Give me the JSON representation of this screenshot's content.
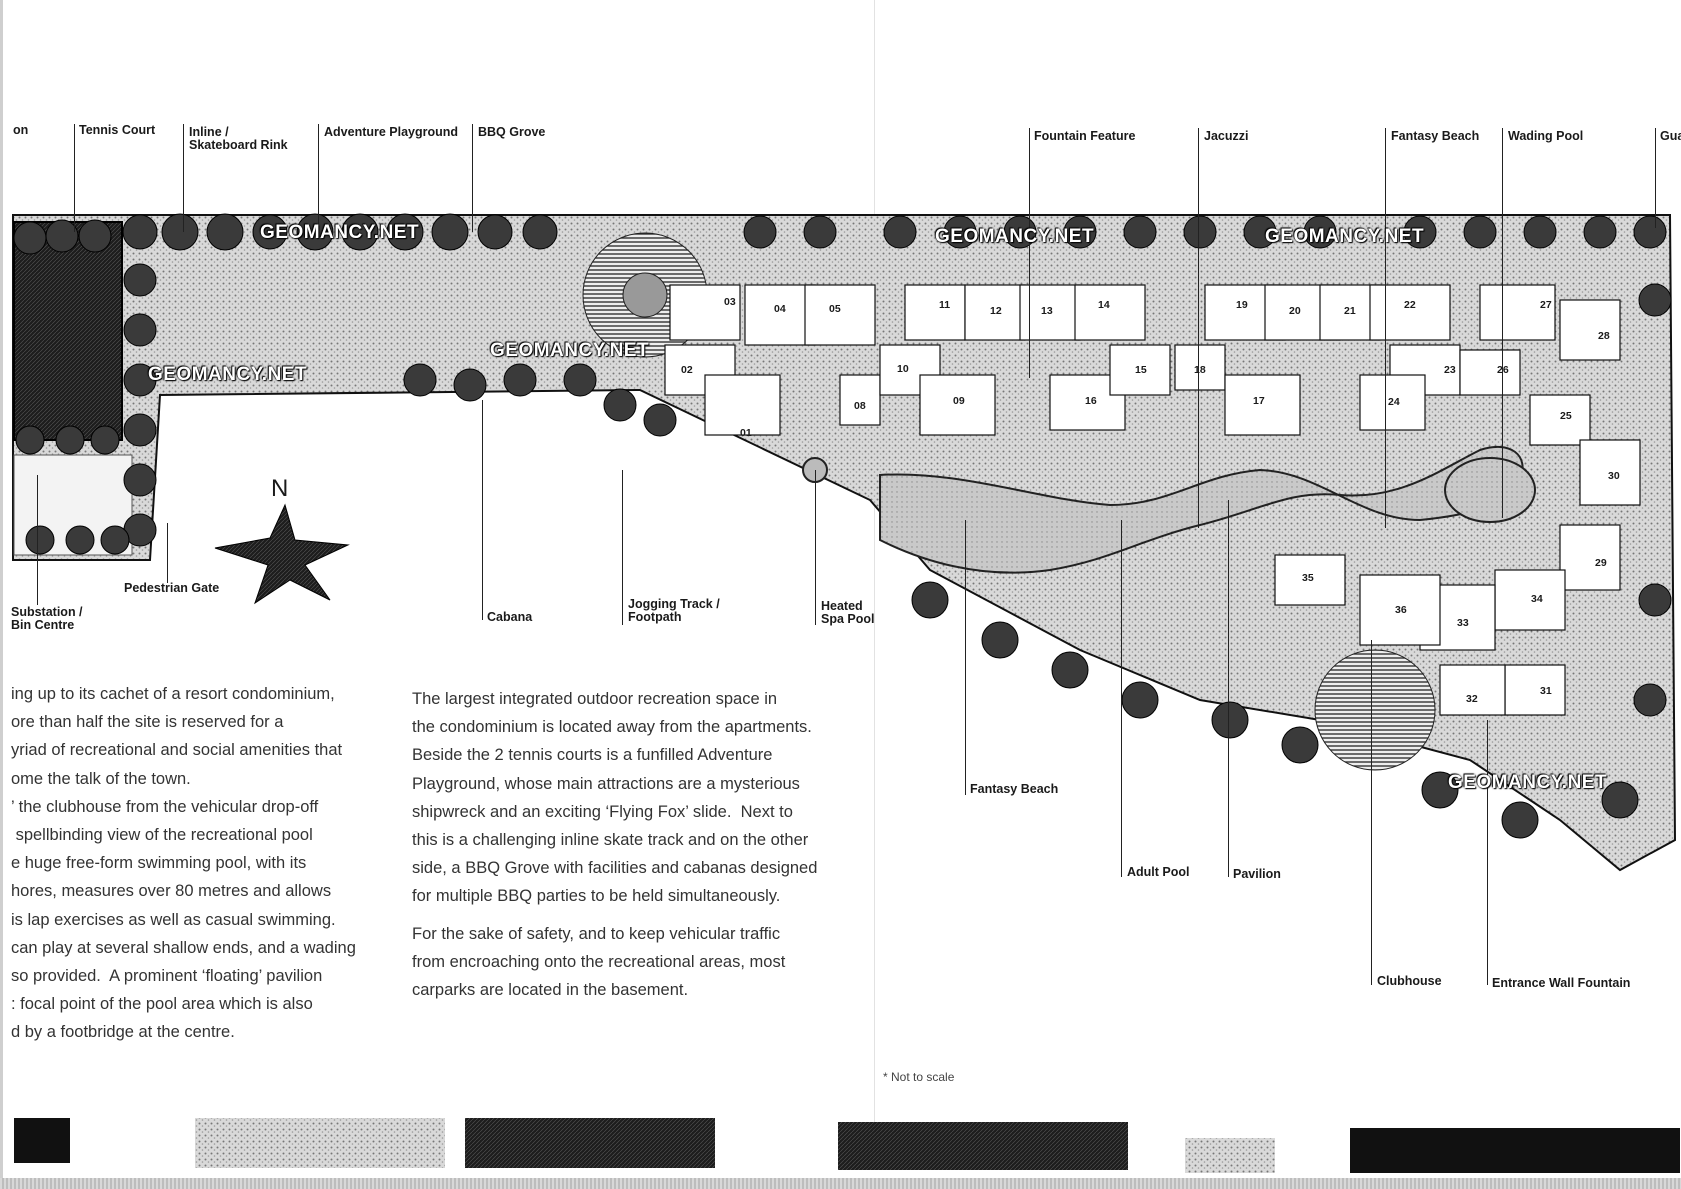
{
  "top_labels": [
    {
      "id": "on",
      "text": "on"
    },
    {
      "id": "tennis",
      "text": "Tennis Court"
    },
    {
      "id": "inline",
      "text": "Inline /\nSkateboard Rink"
    },
    {
      "id": "adventure",
      "text": "Adventure Playground"
    },
    {
      "id": "bbq",
      "text": "BBQ Grove"
    },
    {
      "id": "fountain",
      "text": "Fountain Feature"
    },
    {
      "id": "jacuzzi",
      "text": "Jacuzzi"
    },
    {
      "id": "fantasy-top",
      "text": "Fantasy Beach"
    },
    {
      "id": "wading",
      "text": "Wading Pool"
    },
    {
      "id": "gua",
      "text": "Gua"
    }
  ],
  "bottom_labels": [
    {
      "id": "substation",
      "text": "Substation /\nBin Centre"
    },
    {
      "id": "pedestrian",
      "text": "Pedestrian Gate"
    },
    {
      "id": "cabana",
      "text": "Cabana"
    },
    {
      "id": "jogging",
      "text": "Jogging Track /\nFootpath"
    },
    {
      "id": "spa",
      "text": "Heated\nSpa Pool"
    },
    {
      "id": "fantasy-bottom",
      "text": "Fantasy Beach"
    },
    {
      "id": "adult",
      "text": "Adult Pool"
    },
    {
      "id": "pavilion",
      "text": "Pavilion"
    },
    {
      "id": "clubhouse",
      "text": "Clubhouse"
    },
    {
      "id": "entrance",
      "text": "Entrance Wall Fountain"
    }
  ],
  "compass": "N",
  "watermark": "GEOMANCY.NET",
  "units": [
    "01",
    "02",
    "03",
    "04",
    "05",
    "08",
    "09",
    "10",
    "11",
    "12",
    "13",
    "14",
    "15",
    "16",
    "17",
    "18",
    "19",
    "20",
    "21",
    "22",
    "23",
    "24",
    "25",
    "26",
    "27",
    "28",
    "29",
    "30",
    "31",
    "32",
    "33",
    "34",
    "35",
    "36"
  ],
  "left_paragraph": "ing up to its cachet of a resort condominium,\nore than half the site is reserved for a\nyriad of recreational and social amenities that\nome the talk of the town.\n’ the clubhouse from the vehicular drop-off\n spellbinding view of the recreational pool\ne huge free-form swimming pool, with its\nhores, measures over 80 metres and allows\nis lap exercises as well as casual swimming.\ncan play at several shallow ends, and a wading\nso provided.  A prominent ‘floating’ pavilion\n: focal point of the pool area which is also\nd by a footbridge at the centre.",
  "middle_paragraph_1": "The largest integrated outdoor recreation space in\nthe condominium is located away from the apartments.\nBeside the 2 tennis courts is a funfilled Adventure\nPlayground, whose main attractions are a mysterious\nshipwreck and an exciting ‘Flying Fox’ slide.  Next to\nthis is a challenging inline skate track and on the other\nside, a BBQ Grove with facilities and cabanas designed\nfor multiple BBQ parties to be held simultaneously.",
  "middle_paragraph_2": "For the sake of safety, and to keep vehicular traffic\nfrom encroaching onto the recreational areas, most\ncarparks are located in the basement.",
  "scale_note": "* Not to scale"
}
